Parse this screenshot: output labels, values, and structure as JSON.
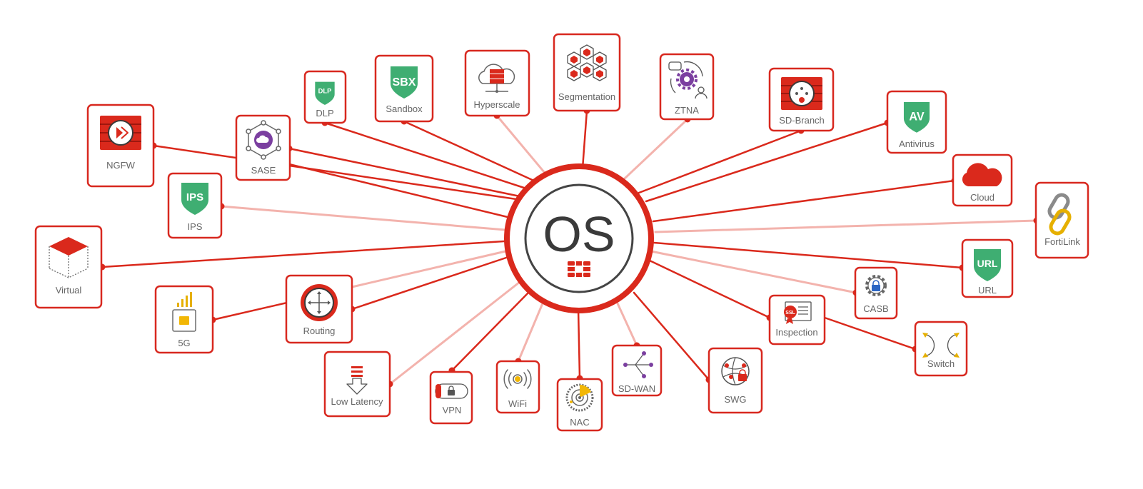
{
  "hub": {
    "text": "OS"
  },
  "colors": {
    "accent": "#da291c",
    "tile_border": "#d8281f",
    "text": "#666666",
    "green": "#3fae72",
    "purple": "#7b3fa0",
    "gold": "#f2b705"
  },
  "tiles": [
    {
      "id": "ngfw",
      "label": "NGFW",
      "icon": "firewall-play-icon"
    },
    {
      "id": "sase",
      "label": "SASE",
      "icon": "sase-cloud-icon"
    },
    {
      "id": "dlp",
      "label": "DLP",
      "icon": "dlp-shield-icon",
      "badge": "DLP"
    },
    {
      "id": "sandbox",
      "label": "Sandbox",
      "icon": "sbx-shield-icon",
      "badge": "SBX"
    },
    {
      "id": "hyperscale",
      "label": "Hyperscale",
      "icon": "hyperscale-server-icon"
    },
    {
      "id": "segmentation",
      "label": "Segmentation",
      "icon": "hexagon-segmentation-icon"
    },
    {
      "id": "ztna",
      "label": "ZTNA",
      "icon": "ztna-gear-icon"
    },
    {
      "id": "sd-branch",
      "label": "SD-Branch",
      "icon": "branch-firewall-icon"
    },
    {
      "id": "antivirus",
      "label": "Antivirus",
      "icon": "av-shield-icon",
      "badge": "AV"
    },
    {
      "id": "cloud",
      "label": "Cloud",
      "icon": "cloud-icon"
    },
    {
      "id": "fortilink",
      "label": "FortiLink",
      "icon": "chain-link-icon"
    },
    {
      "id": "url",
      "label": "URL",
      "icon": "url-shield-icon",
      "badge": "URL"
    },
    {
      "id": "casb",
      "label": "CASB",
      "icon": "casb-lock-icon"
    },
    {
      "id": "inspection",
      "label": "Inspection",
      "icon": "ssl-certificate-icon",
      "badge": "SSL"
    },
    {
      "id": "switch",
      "label": "Switch",
      "icon": "switch-arrows-icon"
    },
    {
      "id": "swg",
      "label": "SWG",
      "icon": "swg-globe-lock-icon"
    },
    {
      "id": "sd-wan",
      "label": "SD-WAN",
      "icon": "sdwan-branch-icon"
    },
    {
      "id": "nac",
      "label": "NAC",
      "icon": "nac-radar-icon"
    },
    {
      "id": "wifi",
      "label": "WiFi",
      "icon": "wifi-signal-icon"
    },
    {
      "id": "vpn",
      "label": "VPN",
      "icon": "vpn-tunnel-icon"
    },
    {
      "id": "low-latency",
      "label": "Low Latency",
      "icon": "low-latency-arrow-icon"
    },
    {
      "id": "routing",
      "label": "Routing",
      "icon": "router-icon"
    },
    {
      "id": "5g",
      "label": "5G",
      "icon": "5g-chip-icon"
    },
    {
      "id": "virtual",
      "label": "Virtual",
      "icon": "virtual-cube-icon"
    },
    {
      "id": "ips",
      "label": "IPS",
      "icon": "ips-shield-icon",
      "badge": "IPS"
    }
  ]
}
